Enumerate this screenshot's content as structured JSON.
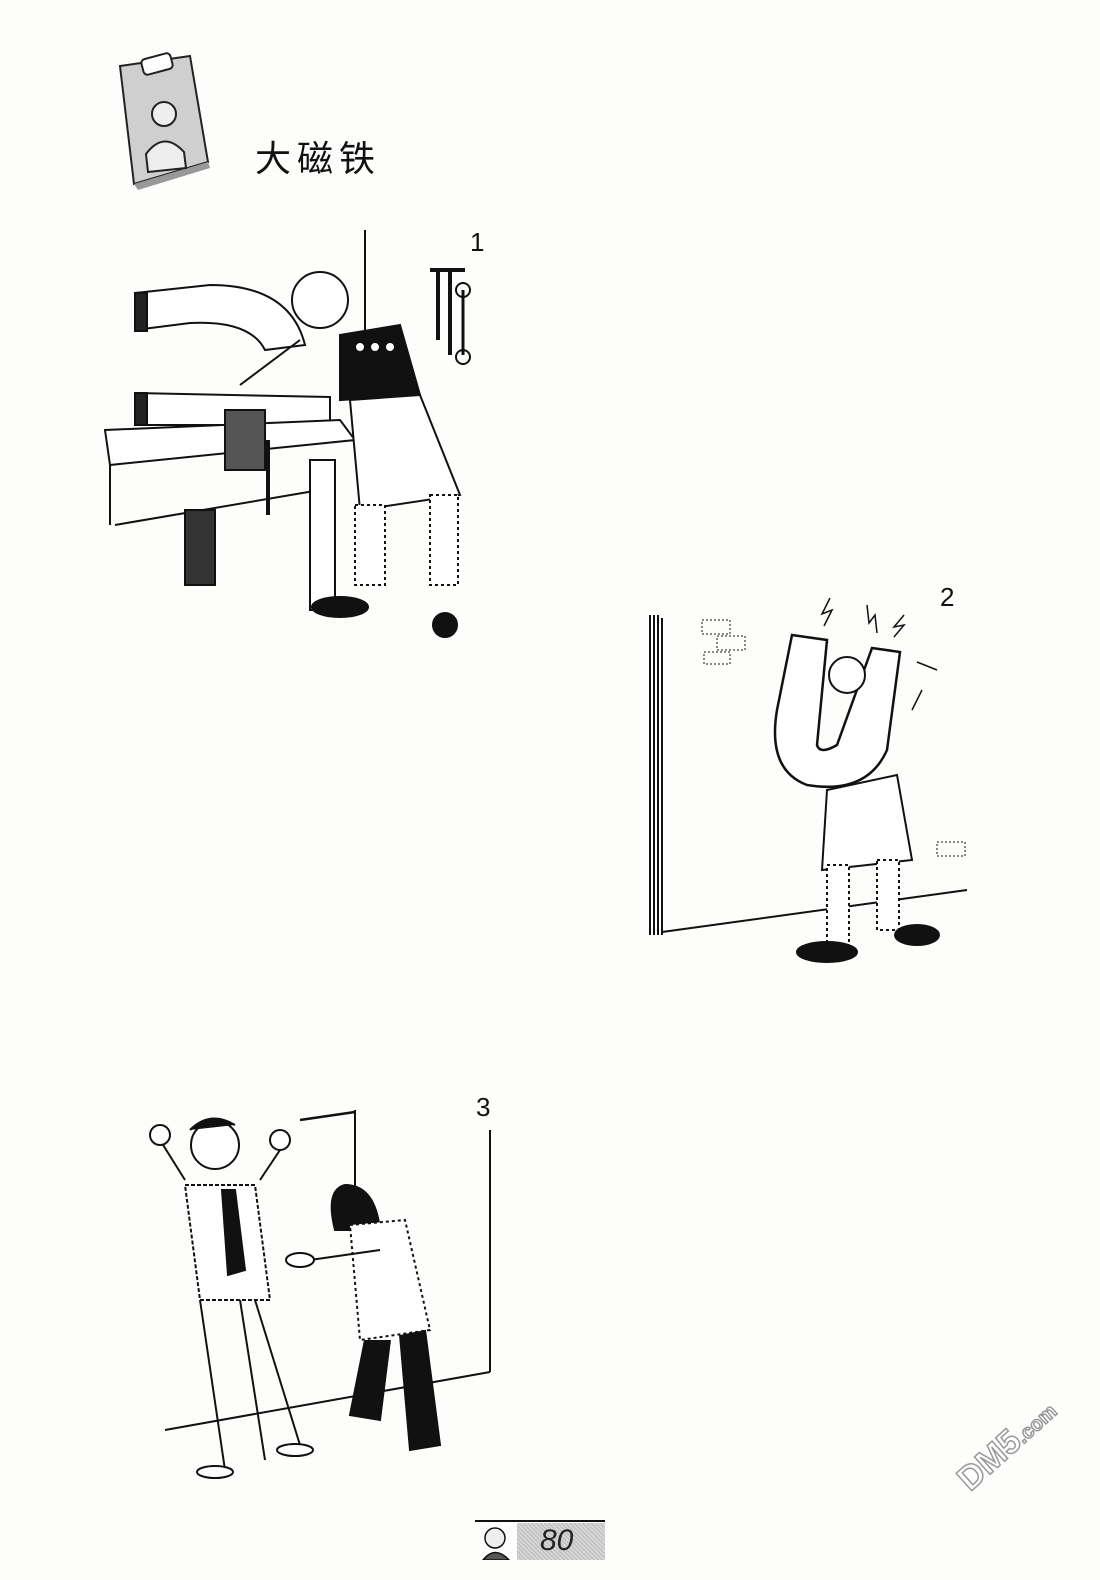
{
  "header": {
    "icon": "pinned-portrait-icon",
    "title": "大磁铁"
  },
  "panels": [
    {
      "number": "1",
      "description": "Man in apron sawing a large horseshoe magnet clamped in a bench vise, tools hanging on the wall"
    },
    {
      "number": "2",
      "description": "Man in apron carrying a huge U-shaped magnet around his head with sparks flying"
    },
    {
      "number": "3",
      "description": "Man in striped suit recoiling in fear as a long-haired figure lunges with a knife"
    }
  ],
  "footer": {
    "page_number": "80"
  },
  "watermark": {
    "text": "DM5",
    "suffix": ".com"
  }
}
